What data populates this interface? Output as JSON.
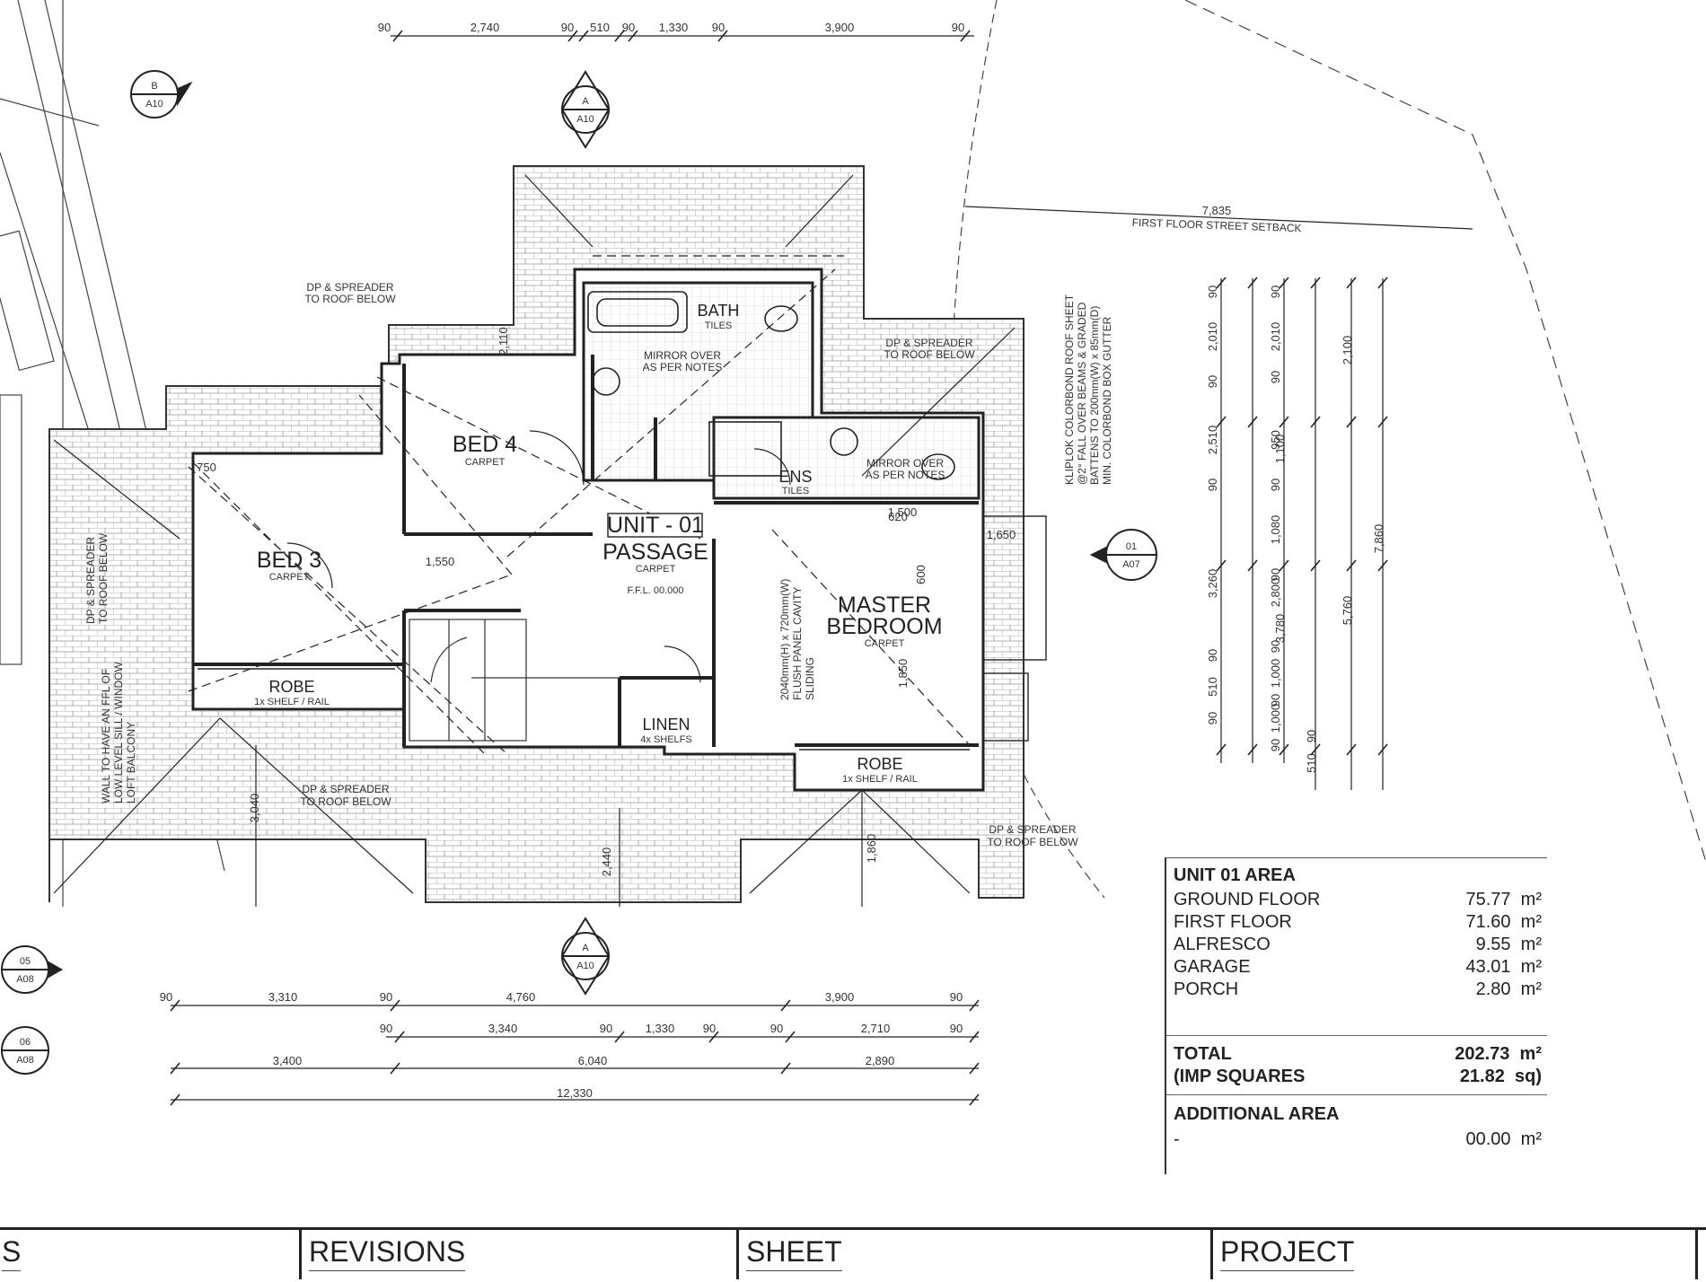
{
  "plan": {
    "rooms": {
      "bed4": {
        "name": "BED 4",
        "finish": "CARPET"
      },
      "bed3": {
        "name": "BED 3",
        "finish": "CARPET"
      },
      "bath": {
        "name": "BATH",
        "finish": "TILES"
      },
      "ens": {
        "name": "ENS",
        "finish": "TILES"
      },
      "unit": "UNIT - 01",
      "passage": {
        "name": "PASSAGE",
        "finish": "CARPET",
        "ffl": "F.F.L. 00.000"
      },
      "master": {
        "name1": "MASTER",
        "name2": "BEDROOM",
        "finish": "CARPET"
      },
      "robe_left": {
        "name": "ROBE",
        "note": "1x SHELF / RAIL"
      },
      "robe_right": {
        "name": "ROBE",
        "note": "1x SHELF / RAIL"
      },
      "linen": {
        "name": "LINEN",
        "note": "4x SHELFS"
      }
    },
    "notes": {
      "dp_spreader": "DP & SPREADER",
      "to_roof_below": "TO ROOF BELOW",
      "mirror_over": "MIRROR OVER",
      "as_per_notes": "AS PER NOTES",
      "first_floor_setback": "FIRST FLOOR STREET SETBACK",
      "kliplok_1": "KLIPLOK COLORBOND ROOF SHEET",
      "kliplok_2": "@2° FALL OVER BEAMS & GRADED",
      "kliplok_3": "BATTENS TO 200mm(W) x 85mm(D)",
      "kliplok_4": "MIN. COLORBOND BOX GUTTER",
      "door_1": "2040mm(H) x 720mm(W)",
      "door_2": "FLUSH PANEL CAVITY",
      "door_3": "SLIDING",
      "wall_1": "WALL TO HAVE AN FFL OF",
      "wall_2": "LOW LEVEL SILL / WINDOW",
      "wall_3": "LOFT BALCONY"
    },
    "section_markers": [
      {
        "top": "B",
        "bottom": "A10"
      },
      {
        "top": "A",
        "bottom": "A10"
      },
      {
        "top": "A",
        "bottom": "A10"
      },
      {
        "top": "01",
        "bottom": "A07"
      },
      {
        "top": "05",
        "bottom": "A08"
      },
      {
        "top": "06",
        "bottom": "A08"
      }
    ],
    "dims": {
      "top_row": [
        "90",
        "2,740",
        "90",
        "510",
        "90",
        "1,330",
        "90",
        "3,900",
        "90"
      ],
      "setback": "7,835",
      "bottom_row1": [
        "90",
        "3,310",
        "90",
        "4,760",
        "3,900",
        "90"
      ],
      "bottom_row2": [
        "90",
        "3,340",
        "90",
        "1,330",
        "90",
        "90",
        "2,710",
        "90"
      ],
      "bottom_row3": [
        "3,400",
        "6,040",
        "2,890"
      ],
      "overall": "12,330",
      "right_chain_a": [
        "90",
        "2,010",
        "90",
        "2,510",
        "90",
        "3,260",
        "90",
        "510",
        "90"
      ],
      "right_chain_b": [
        "90",
        "2,010",
        "90",
        "950",
        "90",
        "1,080",
        "90",
        "2,800",
        "90",
        "1,000",
        "90",
        "1,000",
        "90"
      ],
      "right_chain_c": [
        "2,100",
        "5,760",
        "7,860",
        "1,100",
        "3,780",
        "510",
        "90"
      ],
      "misc": [
        "1,550",
        "750",
        "620",
        "2,440",
        "1,860",
        "3,040",
        "1,500",
        "600",
        "1,850",
        "2,110",
        "1,650"
      ]
    }
  },
  "area_table": {
    "title": "UNIT 01 AREA",
    "rows": [
      {
        "label": "GROUND FLOOR",
        "value": "75.77",
        "unit": "m²"
      },
      {
        "label": "FIRST FLOOR",
        "value": "71.60",
        "unit": "m²"
      },
      {
        "label": "ALFRESCO",
        "value": "9.55",
        "unit": "m²"
      },
      {
        "label": "GARAGE",
        "value": "43.01",
        "unit": "m²"
      },
      {
        "label": "PORCH",
        "value": "2.80",
        "unit": "m²"
      }
    ],
    "total_label": "TOTAL",
    "total_value": "202.73",
    "total_unit": "m²",
    "imp_label": "(IMP SQUARES",
    "imp_value": "21.82",
    "imp_unit": "sq)",
    "additional_title": "ADDITIONAL AREA",
    "additional_label": "-",
    "additional_value": "00.00",
    "additional_unit": "m²"
  },
  "title_block": {
    "cut_label": "S",
    "revisions": "REVISIONS",
    "sheet": "SHEET",
    "project": "PROJECT"
  }
}
